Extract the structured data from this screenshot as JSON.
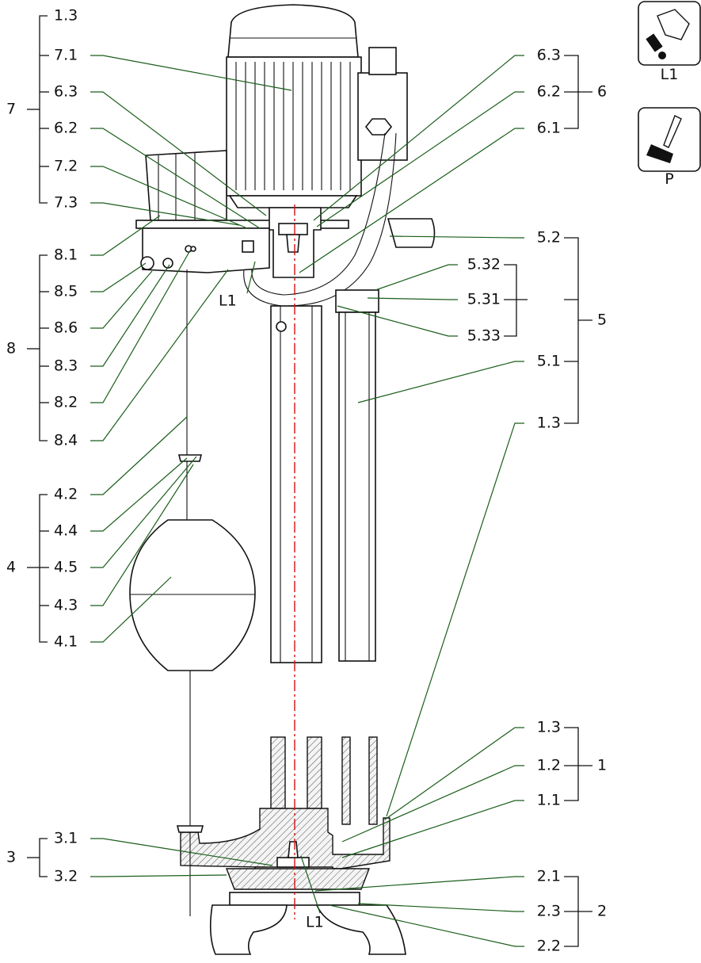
{
  "labels": {
    "l_1_3_top": "1.3",
    "l_7_1": "7.1",
    "l_6_3_left": "6.3",
    "l_6_2_left": "6.2",
    "l_7_2": "7.2",
    "l_7_3": "7.3",
    "l_8_1": "8.1",
    "l_8_5": "8.5",
    "l_8_6": "8.6",
    "l_8_3": "8.3",
    "l_8_2": "8.2",
    "l_8_4": "8.4",
    "l_4_2": "4.2",
    "l_4_4": "4.4",
    "l_4_5": "4.5",
    "l_4_3": "4.3",
    "l_4_1": "4.1",
    "l_3_1": "3.1",
    "l_3_2": "3.2",
    "l_6_3_right": "6.3",
    "l_6_2_right": "6.2",
    "l_6_1": "6.1",
    "l_5_2": "5.2",
    "l_5_32": "5.32",
    "l_5_31": "5.31",
    "l_5_33": "5.33",
    "l_5_1": "5.1",
    "l_1_3_mid": "1.3",
    "l_1_3_low": "1.3",
    "l_1_2": "1.2",
    "l_1_1": "1.1",
    "l_2_1": "2.1",
    "l_2_3": "2.3",
    "l_2_2": "2.2",
    "l_L1_upper": "L1",
    "l_L1_lower": "L1"
  },
  "groups": {
    "g7": "7",
    "g8": "8",
    "g4": "4",
    "g3": "3",
    "g6": "6",
    "g5": "5",
    "g1": "1",
    "g2": "2"
  },
  "legend": {
    "threadlocker_label": "L1",
    "paint_label": "P"
  }
}
